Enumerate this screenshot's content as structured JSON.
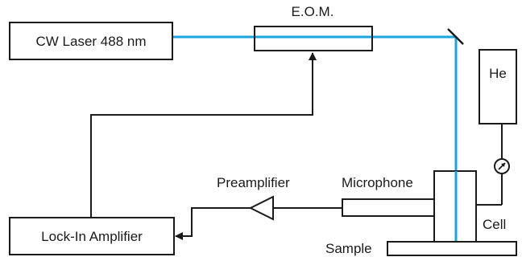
{
  "labels": {
    "laser": "CW Laser 488 nm",
    "eom": "E.O.M.",
    "he": "He",
    "preamplifier": "Preamplifier",
    "microphone": "Microphone",
    "cell": "Cell",
    "lockin": "Lock-In Amplifier",
    "sample": "Sample"
  },
  "colors": {
    "beam": "#1aa3dc",
    "line": "#1a1a1a"
  },
  "icons": {
    "mirror": "mirror-icon",
    "valve": "gauge-valve-icon",
    "amplifier": "triangle-amplifier-icon"
  }
}
